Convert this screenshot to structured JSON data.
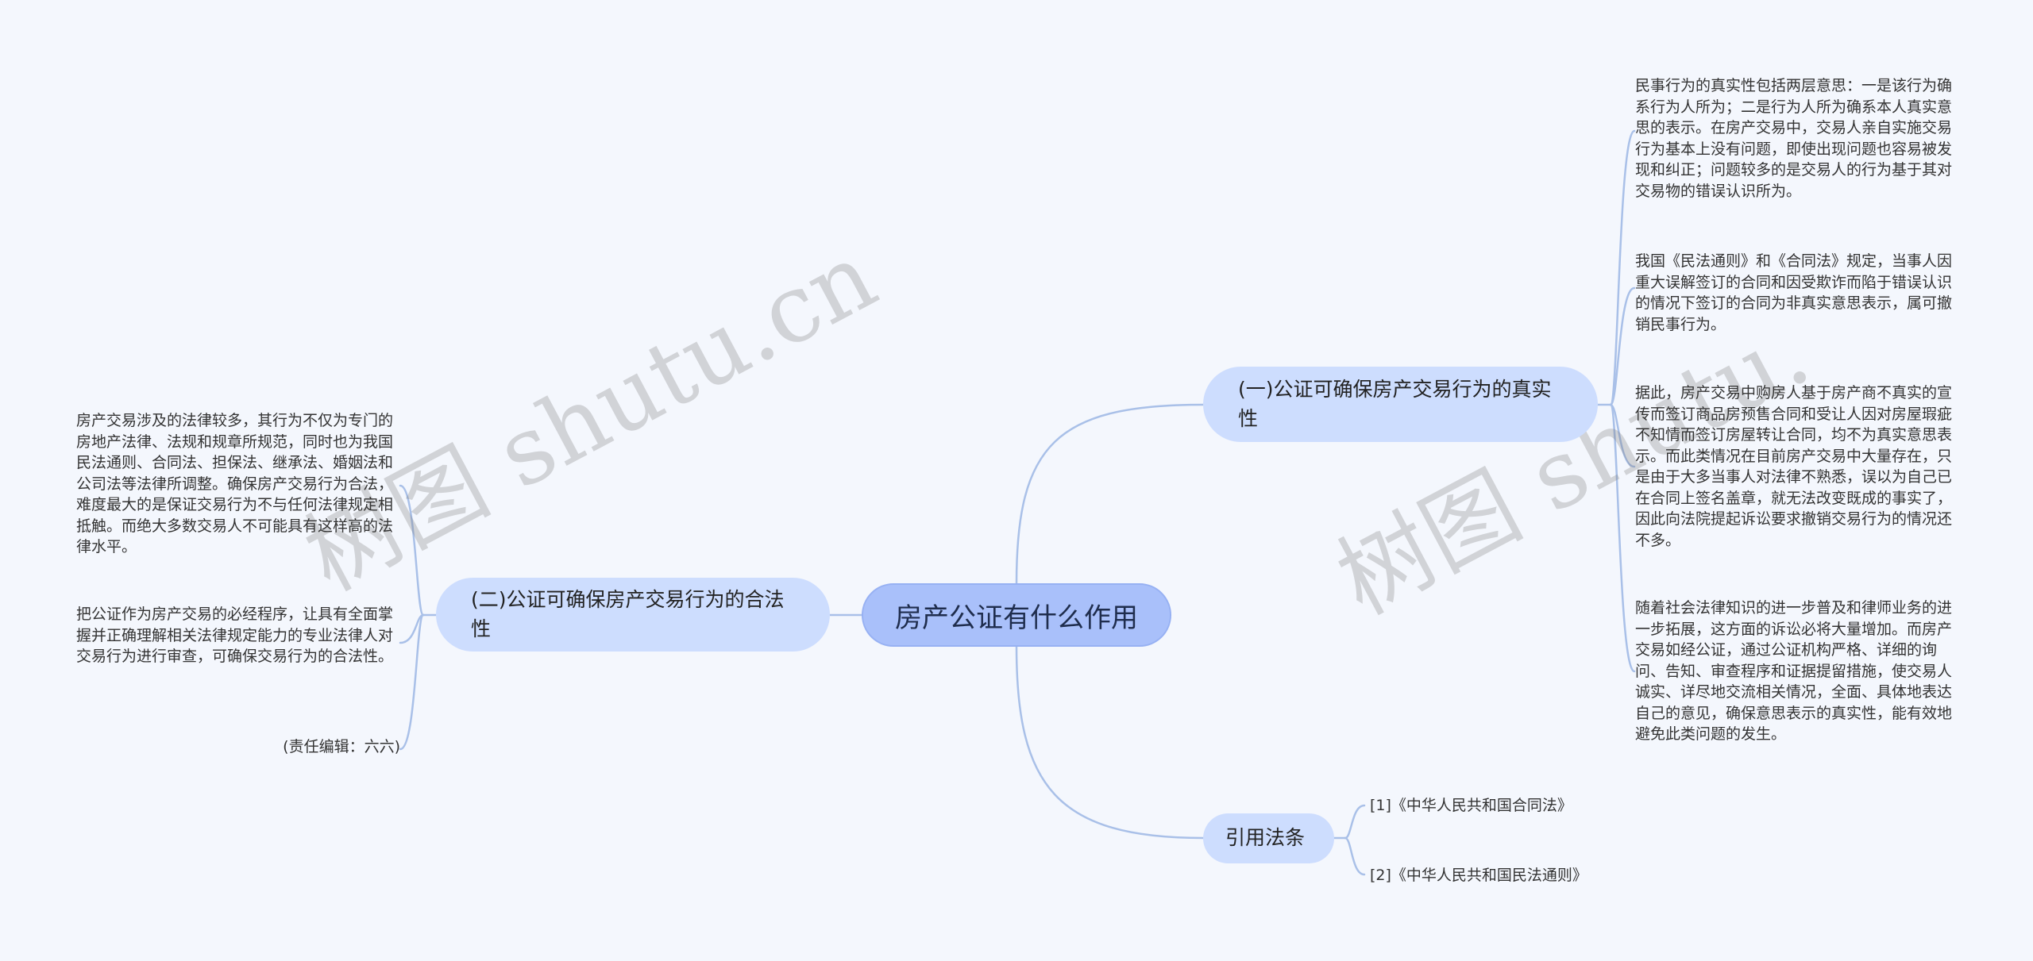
{
  "root": {
    "label": "房产公证有什么作用"
  },
  "branches": {
    "b1": {
      "label": "(一)公证可确保房产交易行为的真实性"
    },
    "b2": {
      "label": "(二)公证可确保房产交易行为的合法性"
    },
    "b3": {
      "label": "引用法条"
    }
  },
  "leaves_b1": [
    "民事行为的真实性包括两层意思：一是该行为确系行为人所为；二是行为人所为确系本人真实意思的表示。在房产交易中，交易人亲自实施交易行为基本上没有问题，即使出现问题也容易被发现和纠正；问题较多的是交易人的行为基于其对交易物的错误认识所为。",
    "我国《民法通则》和《合同法》规定，当事人因重大误解签订的合同和因受欺诈而陷于错误认识的情况下签订的合同为非真实意思表示，属可撤销民事行为。",
    "据此，房产交易中购房人基于房产商不真实的宣传而签订商品房预售合同和受让人因对房屋瑕疵不知情而签订房屋转让合同，均不为真实意思表示。而此类情况在目前房产交易中大量存在，只是由于大多当事人对法律不熟悉，误以为自己已在合同上签名盖章，就无法改变既成的事实了，因此向法院提起诉讼要求撤销交易行为的情况还不多。",
    "随着社会法律知识的进一步普及和律师业务的进一步拓展，这方面的诉讼必将大量增加。而房产交易如经公证，通过公证机构严格、详细的询问、告知、审查程序和证据提留措施，使交易人诚实、详尽地交流相关情况，全面、具体地表达自己的意见，确保意思表示的真实性，能有效地避免此类问题的发生。"
  ],
  "leaves_b2": [
    "房产交易涉及的法律较多，其行为不仅为专门的房地产法律、法规和规章所规范，同时也为我国民法通则、合同法、担保法、继承法、婚姻法和公司法等法律所调整。确保房产交易行为合法，难度最大的是保证交易行为不与任何法律规定相抵触。而绝大多数交易人不可能具有这样高的法律水平。",
    "把公证作为房产交易的必经程序，让具有全面掌握并正确理解相关法律规定能力的专业法律人对交易行为进行审查，可确保交易行为的合法性。",
    "(责任编辑：六六)"
  ],
  "refs": [
    "[1]《中华人民共和国合同法》",
    "[2]《中华人民共和国民法通则》"
  ],
  "watermarks": [
    "树图 shutu.cn",
    "树图 shutu."
  ],
  "colors": {
    "background": "#f4f7fd",
    "root_fill": "#a9c0fa",
    "branch_fill": "#cdddfe",
    "edge": "#a9c0e8"
  }
}
